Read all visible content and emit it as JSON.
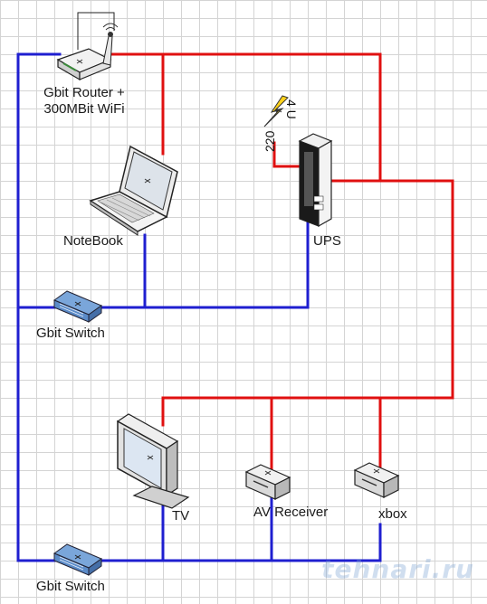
{
  "labels": {
    "router": "Gbit Router +",
    "router_line2": "300MBit WiFi",
    "notebook": "NoteBook",
    "ups": "UPS",
    "ups_rating": "4 U",
    "power_mains": "220",
    "switch_top": "Gbit Switch",
    "switch_bottom": "Gbit Switch",
    "tv": "TV",
    "av_receiver": "AV Receiver",
    "xbox": "xbox"
  },
  "colors": {
    "network_cable": "#1f1fd0",
    "power_cable": "#e01010",
    "grid": "#d4d4d4"
  },
  "icons": {
    "router": "wifi-router-icon",
    "notebook": "laptop-icon",
    "ups": "ups-tower-icon",
    "lightning": "lightning-icon",
    "switch": "network-switch-icon",
    "tv": "crt-monitor-icon",
    "av_receiver": "set-top-box-icon",
    "xbox": "set-top-box-icon"
  },
  "watermark": "tehnari.ru"
}
